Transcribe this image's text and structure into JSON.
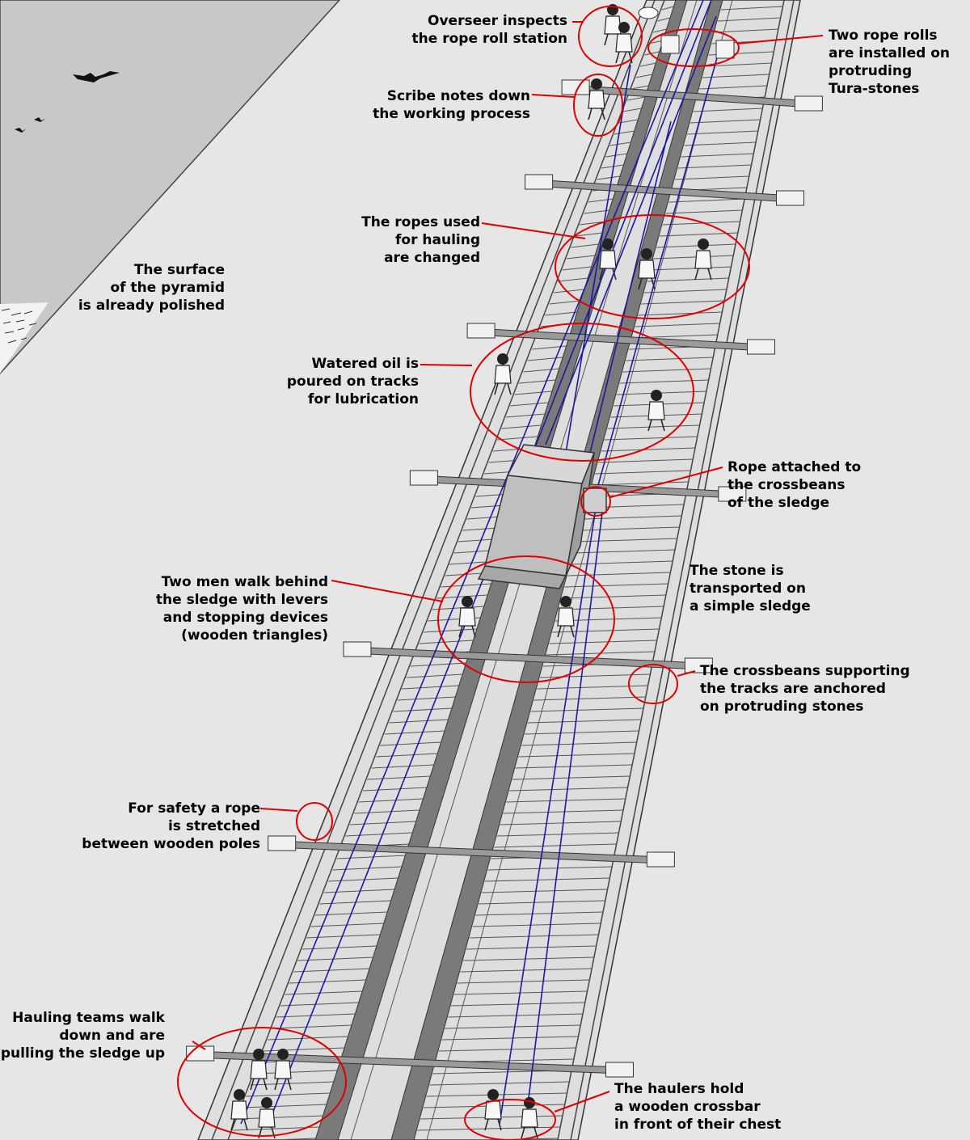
{
  "labels": {
    "overseer": "Overseer inspects\nthe rope roll station",
    "rope_rolls": "Two rope rolls\nare installed on\nprotruding\nTura-stones",
    "scribe": "Scribe notes down\nthe working process",
    "ropes_changed": "The ropes used\nfor hauling\nare changed",
    "pyramid_surface": "The surface\nof the pyramid\nis already polished",
    "oil": "Watered oil is\npoured on tracks\nfor lubrication",
    "rope_attached": "Rope attached to\nthe crossbeans\nof the sledge",
    "stone_sledge": "The stone is\ntransported on\na simple sledge",
    "two_men": "Two men walk behind\nthe sledge with levers\nand stopping devices\n(wooden triangles)",
    "crossbeans": "The crossbeans supporting\nthe tracks are anchored\non protruding stones",
    "safety_rope": "For safety a rope\nis stretched\nbetween wooden poles",
    "hauling_teams": "Hauling teams walk\ndown and are\npulling the sledge up",
    "haulers_hold": "The haulers hold\na wooden crossbar\nin front of their chest"
  },
  "colors": {
    "background": "#e6e6e6",
    "pyramid": "#c8c8c8",
    "rail": "#7a7a7a",
    "rope": "#1a1aa0",
    "annotation": "#e00000"
  }
}
